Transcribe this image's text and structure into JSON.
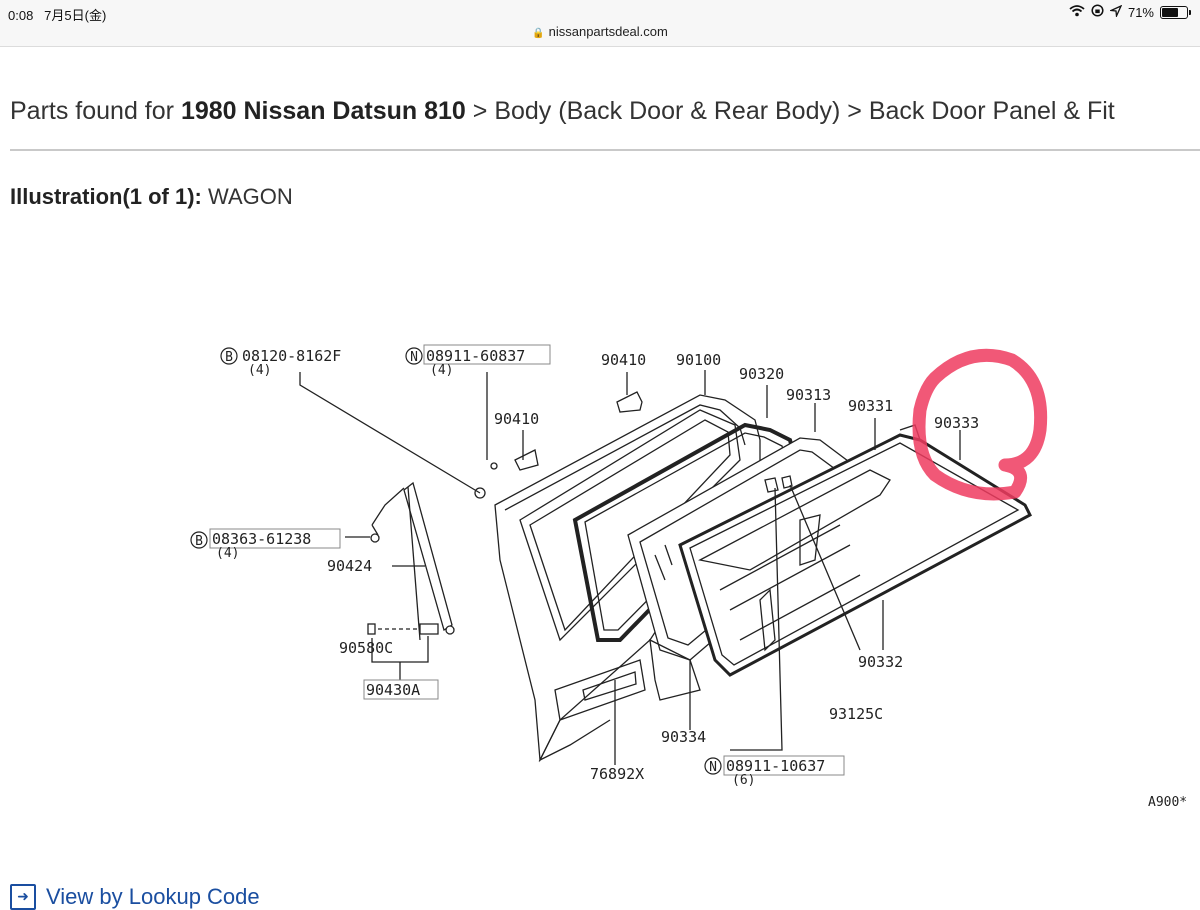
{
  "status": {
    "time": "0:08",
    "date": "7月5日(金)",
    "battery": "71%",
    "battery_level": 0.71
  },
  "browser": {
    "url": "nissanpartsdeal.com"
  },
  "breadcrumb": {
    "prefix": "Parts found for ",
    "vehicle": "1980 Nissan Datsun 810",
    "sep1": " > ",
    "category": "Body (Back Door & Rear Body)",
    "sep2": " > ",
    "subcategory": "Back Door Panel & Fit"
  },
  "illustration": {
    "label": "Illustration(1 of 1):",
    "value": " WAGON"
  },
  "diagram_labels": {
    "b1": "08120-8162F",
    "b1q": "(4)",
    "n1": "08911-60837",
    "n1q": "(4)",
    "p90410a": "90410",
    "p90100": "90100",
    "p90320": "90320",
    "p90313": "90313",
    "p90331": "90331",
    "p90333": "90333",
    "p90410b": "90410",
    "b2": "08363-61238",
    "b2q": "(4)",
    "p90424": "90424",
    "p90580c": "90580C",
    "p90430a": "90430A",
    "p90332": "90332",
    "p93125c": "93125C",
    "p90334": "90334",
    "p76892x": "76892X",
    "n2": "08911-10637",
    "n2q": "(6)",
    "code": "A900*",
    "b_letter": "B",
    "n_letter": "N"
  },
  "bottom_link": {
    "label": "View by Lookup Code"
  },
  "colors": {
    "highlight": "#ee3b5f",
    "link": "#1a4ea0"
  }
}
